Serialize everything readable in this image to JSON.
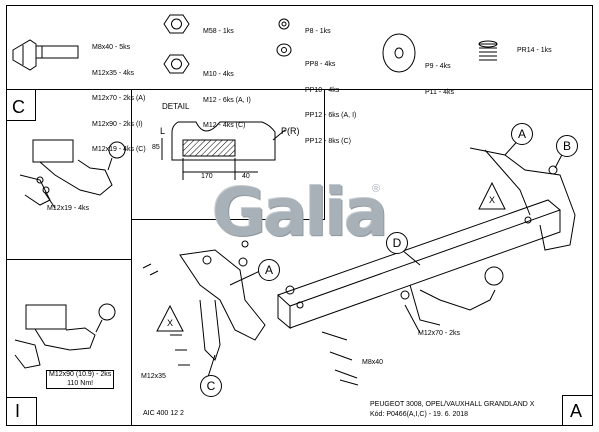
{
  "parts": {
    "bolt": [
      "M8x40 - 5ks",
      "M12x35 - 4ks",
      "M12x70 - 2ks (A)",
      "M12x90 - 2ks (I)",
      "M12x19 - 4ks (C)"
    ],
    "nut_m8": "M58 - 1ks",
    "nut_m10_12": [
      "M10 - 4ks",
      "M12 - 6ks (A, I)",
      "M12 - 4ks (C)"
    ],
    "washer_p8": [
      "P8 - 1ks"
    ],
    "washer_pp": [
      "PP8 - 4ks",
      "PP10 - 4ks",
      "PP12 - 6ks (A, I)",
      "PP12 - 8ks (C)"
    ],
    "washer_p9": [
      "P9 - 4ks",
      "P11 - 4ks"
    ],
    "spring": "PR14 - 1ks"
  },
  "panels": {
    "c_label": "C",
    "c_bolt": "M12x19 - 4ks",
    "i_label": "I",
    "i_bolt": "M12x90 (10.9) - 2ks\n110 Nm!"
  },
  "detail": {
    "title": "DETAIL",
    "left": "L",
    "right": "P(R)",
    "dim_h": "85",
    "dim_w": "170",
    "dim_e": "40"
  },
  "main": {
    "callout_a": "A",
    "callout_b": "B",
    "callout_c": "C",
    "callout_d": "D",
    "tri_x": "X",
    "bolt_m12x70": "M12x70 - 2ks",
    "bolt_m8x40": "M8x40",
    "bolt_m12x35": "M12x35"
  },
  "logo": {
    "text": "Galia",
    "mark": "®"
  },
  "footer": {
    "code": "AIC 400 12 2",
    "vehicle": "PEUGEOT 3008, OPEL/VAUXHALL GRANDLAND X",
    "kod": "Kód: P0466(A,I,C) - 19. 6. 2018",
    "variant": "A"
  }
}
